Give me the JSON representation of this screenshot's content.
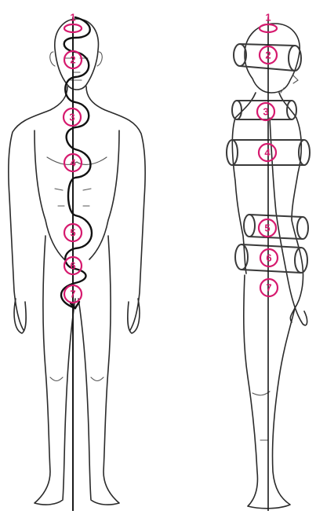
{
  "accent_color": "#d6196e",
  "front_figure": {
    "markers": [
      {
        "label": "1"
      },
      {
        "label": "2"
      },
      {
        "label": "3"
      },
      {
        "label": "4"
      },
      {
        "label": "5"
      },
      {
        "label": "6"
      },
      {
        "label": "7"
      }
    ]
  },
  "side_figure": {
    "markers": [
      {
        "label": "1"
      },
      {
        "label": "2"
      },
      {
        "label": "3"
      },
      {
        "label": "4"
      },
      {
        "label": "5"
      },
      {
        "label": "6"
      },
      {
        "label": "7"
      }
    ]
  }
}
